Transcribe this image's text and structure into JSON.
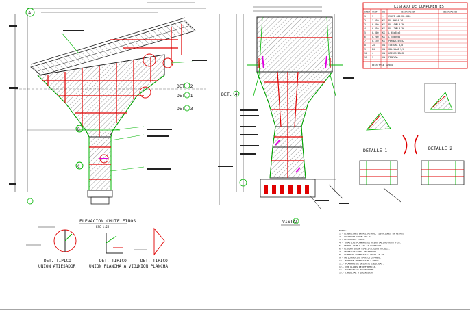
{
  "sheet": {
    "left_view_title": "ELEVACION CHUTE FINOS",
    "left_view_scale": "ESC 1:25",
    "right_view_title": "VISTA",
    "right_view_num": "2"
  },
  "details": {
    "det_labels": [
      "DET. 2",
      "DET. 1",
      "DET. 3",
      "DET. 4"
    ],
    "det_typ_1": [
      "DET. TIPICO",
      "UNION ATIESADOR"
    ],
    "det_typ_2": [
      "DET. TIPICO",
      "UNION PLANCHA A VIG."
    ],
    "det_typ_3": [
      "DET. TIPICO",
      "UNION PLANCHA"
    ],
    "detalle_1": "DETALLE 1",
    "detalle_2": "DETALLE 2",
    "circle_letters": [
      "A",
      "B",
      "C"
    ]
  },
  "components_table": {
    "title": "LISTADO DE COMPONENTES",
    "headers": [
      "ITEM",
      "CANT.",
      "UN",
      "DESCRIPCION",
      "OBSERVACION"
    ],
    "rows": [
      [
        "1",
        "1",
        "-",
        "CHUTE 600-28-3001",
        ""
      ],
      [
        "2",
        "1.050",
        "KG",
        "PL 6MM A-36",
        ""
      ],
      [
        "3",
        "0.800",
        "KG",
        "PL 10MM A-36",
        ""
      ],
      [
        "4",
        "0.450",
        "KG",
        "PL 12MM A-36",
        ""
      ],
      [
        "5",
        "0.300",
        "KG",
        "L 65x65x6",
        ""
      ],
      [
        "6",
        "0.200",
        "KG",
        "L 50x50x5",
        ""
      ],
      [
        "7",
        "0.150",
        "KG",
        "PERNOS 5/8x2",
        ""
      ],
      [
        "8",
        "24",
        "UN",
        "TUERCAS 5/8",
        ""
      ],
      [
        "9",
        "24",
        "UN",
        "GOLILLAS 5/8",
        ""
      ],
      [
        "10",
        "4",
        "UN",
        "OREJAS IZAJE",
        ""
      ],
      [
        "11",
        "1",
        "UN",
        "PINTURA",
        ""
      ]
    ],
    "footer": "PESO TOTAL APROX."
  },
  "notes": [
    "NOTAS:",
    "1.- DIMENSIONES EN MILIMETROS, ELEVACIONES EN METROS.",
    "2.- SOLDADURA SEGUN AWS D1.1.",
    "3.- ELECTRODOS E70XX.",
    "4.- TODAS LAS PLANCHAS DE ACERO CALIDAD ASTM A-36.",
    "5.- PERNOS ASTM A-325 GALVANIZADOS.",
    "6.- PINTURA SEGUN ESPECIFICACION TECNICA.",
    "7.- VERIFICAR COTAS EN TERRENO.",
    "8.- LIMPIEZA SUPERFICIAL GRADO SP-10.",
    "9.- ANTICORROSIVO EPOXICO 2 MANOS.",
    "10.- ESMALTE TERMINACION 2 MANOS.",
    "11.- PLANCHAS DE DESGASTE INDICADAS.",
    "12.- VER PLANOS DE REFERENCIA.",
    "13.- TOLERANCIAS SEGUN NORMA.",
    "14.- CONSULTAR A INGENIERIA."
  ],
  "colors": {
    "line": "#1a1a1a",
    "frame_green": "#00b400",
    "rebar_red": "#e00000",
    "magenta": "#e000e0"
  }
}
